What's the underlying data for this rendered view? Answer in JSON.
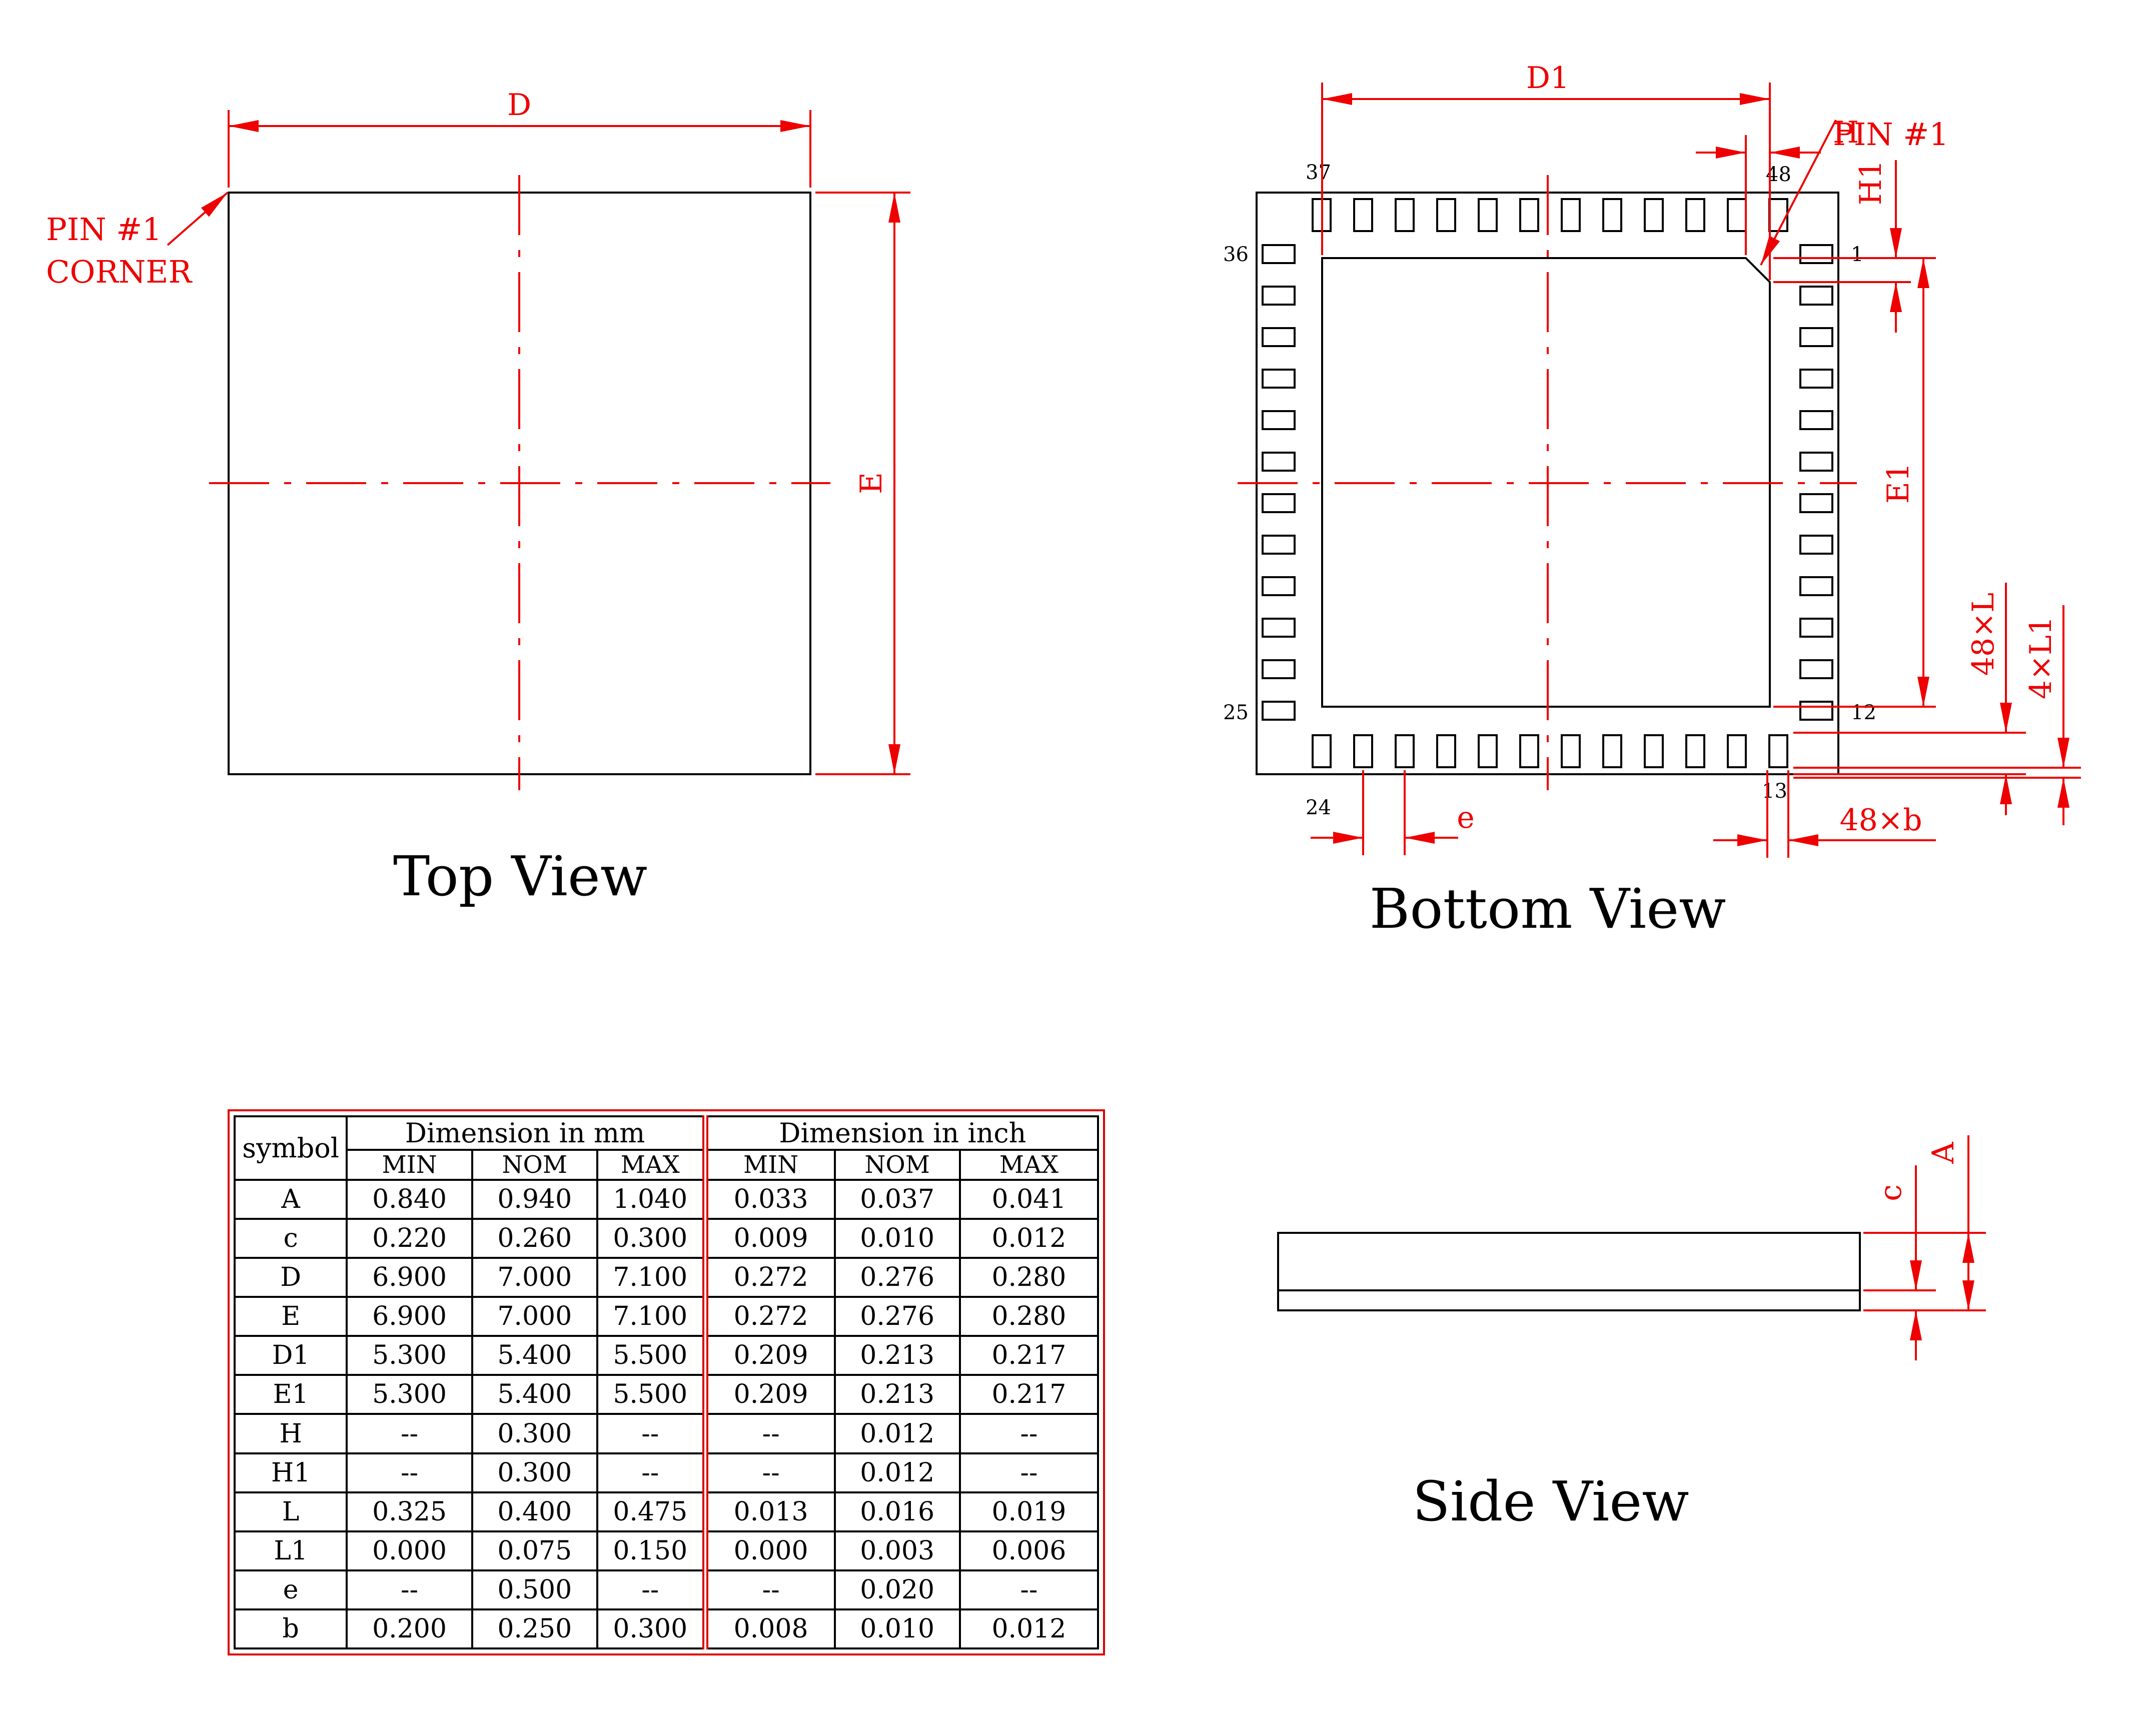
{
  "views": {
    "top": {
      "caption": "Top View",
      "dim_d": "D",
      "dim_e": "E",
      "pin1_line1": "PIN #1",
      "pin1_line2": "CORNER"
    },
    "bottom": {
      "caption": "Bottom View",
      "dim_d1": "D1",
      "dim_e1": "E1",
      "dim_h": "H",
      "dim_h1": "H1",
      "dim_l": "48×L",
      "dim_l1": "4×L1",
      "dim_e": "e",
      "dim_b": "48×b",
      "pin1": "PIN #1",
      "pin_labels": {
        "p1": "1",
        "p12": "12",
        "p13": "13",
        "p24": "24",
        "p25": "25",
        "p36": "36",
        "p37": "37",
        "p48": "48"
      }
    },
    "side": {
      "caption": "Side View",
      "dim_a": "A",
      "dim_c": "c"
    }
  },
  "table": {
    "symbol_header": "symbol",
    "mm_header": "Dimension in mm",
    "inch_header": "Dimension in inch",
    "sub_headers": [
      "MIN",
      "NOM",
      "MAX",
      "MIN",
      "NOM",
      "MAX"
    ],
    "rows": [
      {
        "symbol": "A",
        "values": [
          "0.840",
          "0.940",
          "1.040",
          "0.033",
          "0.037",
          "0.041"
        ]
      },
      {
        "symbol": "c",
        "values": [
          "0.220",
          "0.260",
          "0.300",
          "0.009",
          "0.010",
          "0.012"
        ]
      },
      {
        "symbol": "D",
        "values": [
          "6.900",
          "7.000",
          "7.100",
          "0.272",
          "0.276",
          "0.280"
        ]
      },
      {
        "symbol": "E",
        "values": [
          "6.900",
          "7.000",
          "7.100",
          "0.272",
          "0.276",
          "0.280"
        ]
      },
      {
        "symbol": "D1",
        "values": [
          "5.300",
          "5.400",
          "5.500",
          "0.209",
          "0.213",
          "0.217"
        ]
      },
      {
        "symbol": "E1",
        "values": [
          "5.300",
          "5.400",
          "5.500",
          "0.209",
          "0.213",
          "0.217"
        ]
      },
      {
        "symbol": "H",
        "values": [
          "--",
          "0.300",
          "--",
          "--",
          "0.012",
          "--"
        ]
      },
      {
        "symbol": "H1",
        "values": [
          "--",
          "0.300",
          "--",
          "--",
          "0.012",
          "--"
        ]
      },
      {
        "symbol": "L",
        "values": [
          "0.325",
          "0.400",
          "0.475",
          "0.013",
          "0.016",
          "0.019"
        ]
      },
      {
        "symbol": "L1",
        "values": [
          "0.000",
          "0.075",
          "0.150",
          "0.000",
          "0.003",
          "0.006"
        ]
      },
      {
        "symbol": "e",
        "values": [
          "--",
          "0.500",
          "--",
          "--",
          "0.020",
          "--"
        ]
      },
      {
        "symbol": "b",
        "values": [
          "0.200",
          "0.250",
          "0.300",
          "0.008",
          "0.010",
          "0.012"
        ]
      }
    ]
  }
}
